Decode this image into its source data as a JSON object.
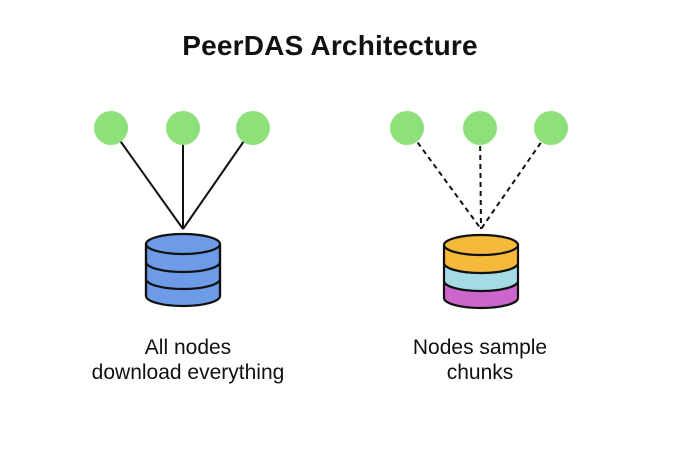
{
  "title": "PeerDAS Architecture",
  "colors": {
    "node": "#8ee07a",
    "line": "#111111",
    "left_db": "#6e9be8",
    "right_db_top": "#f6b93b",
    "right_db_middle": "#a5dbe7",
    "right_db_bottom": "#cc66cc"
  },
  "left": {
    "caption_line1": "All nodes",
    "caption_line2": "download everything",
    "link_style": "solid",
    "icon": "database-icon"
  },
  "right": {
    "caption_line1": "Nodes sample",
    "caption_line2": "chunks",
    "link_style": "dashed",
    "icon": "database-icon"
  }
}
